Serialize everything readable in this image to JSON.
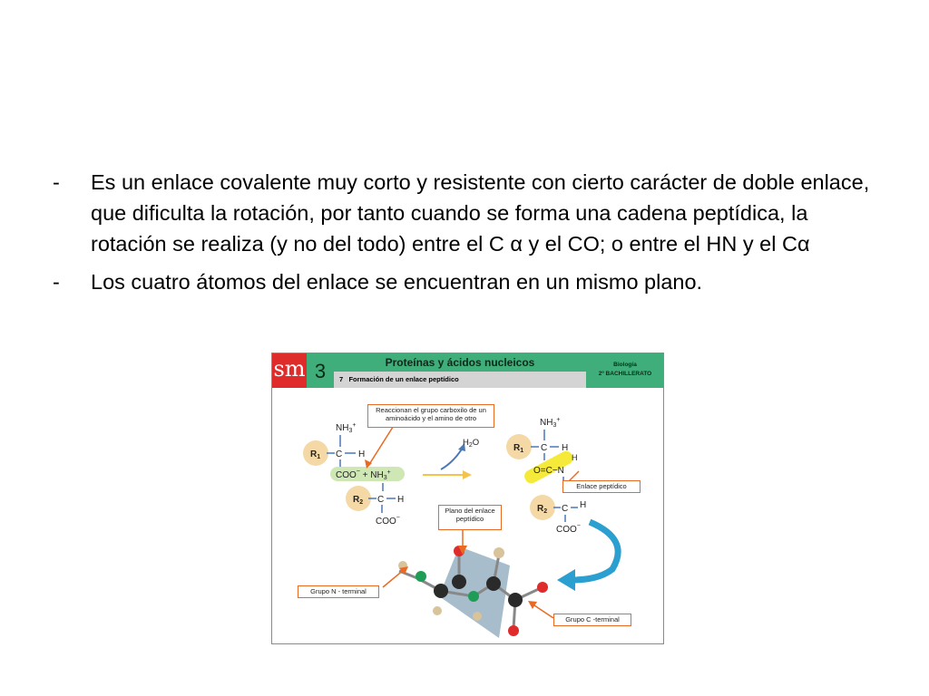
{
  "bullets": [
    {
      "marker": "-",
      "text": "Es un enlace covalente muy corto y resistente con cierto carácter de doble enlace, que dificulta la rotación, por tanto cuando se forma una cadena peptídica, la rotación se realiza (y no del todo) entre el C α y el CO; o entre el HN y el Cα"
    },
    {
      "marker": "-",
      "text": "Los cuatro átomos del enlace se encuentran en un mismo plano."
    }
  ],
  "figure": {
    "logo": "sm",
    "unit_number": "3",
    "title": "Proteínas y ácidos nucleicos",
    "subtitle_number": "7",
    "subtitle": "Formación de un enlace peptídico",
    "subject": "Biología",
    "course": "2º BACHILLERATO",
    "callout_react": "Reaccionan el grupo carboxilo de un aminoácido y el amino de otro",
    "callout_bond": "Enlace peptídico",
    "callout_plane": "Plano del enlace peptídico",
    "callout_n": "Grupo N - terminal",
    "callout_c": "Grupo C -terminal",
    "water": "H2O",
    "colors": {
      "header_green": "#3fae7a",
      "logo_red": "#e02b2b",
      "callout_orange": "#ea6a24",
      "arrow_blue": "#2a9fd0"
    }
  }
}
